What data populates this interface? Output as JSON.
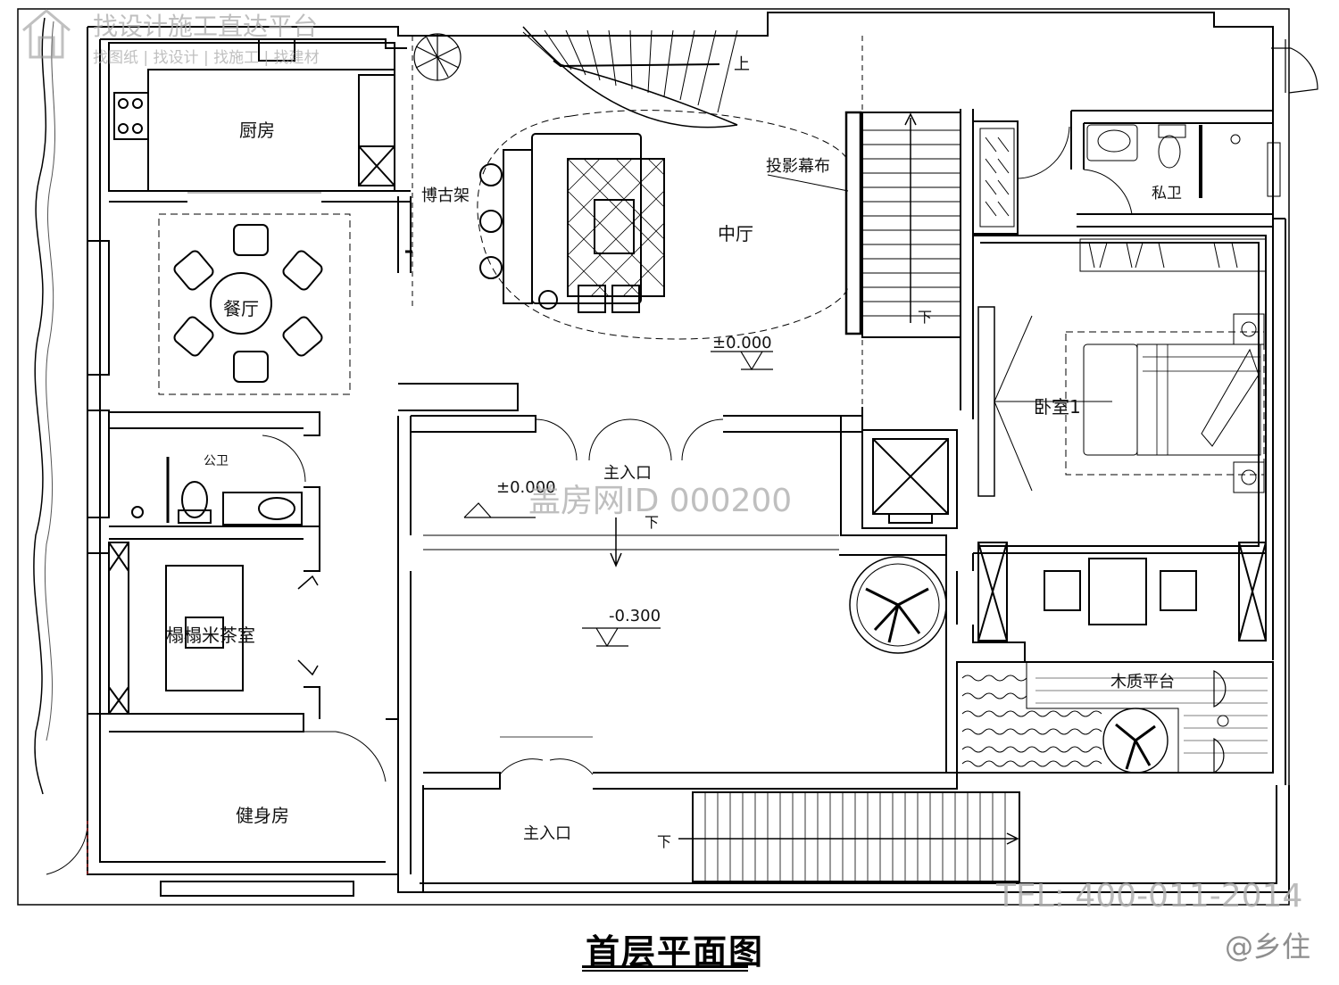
{
  "drawing_title": "首层平面图",
  "rooms": {
    "kitchen": "厨房",
    "dining": "餐厅",
    "antique_shelf": "博古架",
    "central_hall": "中厅",
    "projection_screen": "投影幕布",
    "private_bath": "私卫",
    "bedroom1": "卧室1",
    "public_bath": "公卫",
    "tea_room": "榻榻米茶室",
    "gym": "健身房",
    "main_entrance_upper": "主入口",
    "main_entrance_lower": "主入口",
    "wood_deck": "木质平台"
  },
  "elevations": {
    "hall": "±0.000",
    "entry": "±0.000",
    "courtyard": "-0.300"
  },
  "stair_marks": {
    "up": "上",
    "down_stair": "下",
    "down_entry": "下",
    "down_front": "下"
  },
  "watermarks": {
    "platform_name": "找设计施工直达平台",
    "platform_sub": "找图纸 | 找设计 | 找施工 | 找建材",
    "house_id": "盖房网ID 000200",
    "phone": "TEL: 400-011-2014",
    "credit": "@乡住"
  }
}
